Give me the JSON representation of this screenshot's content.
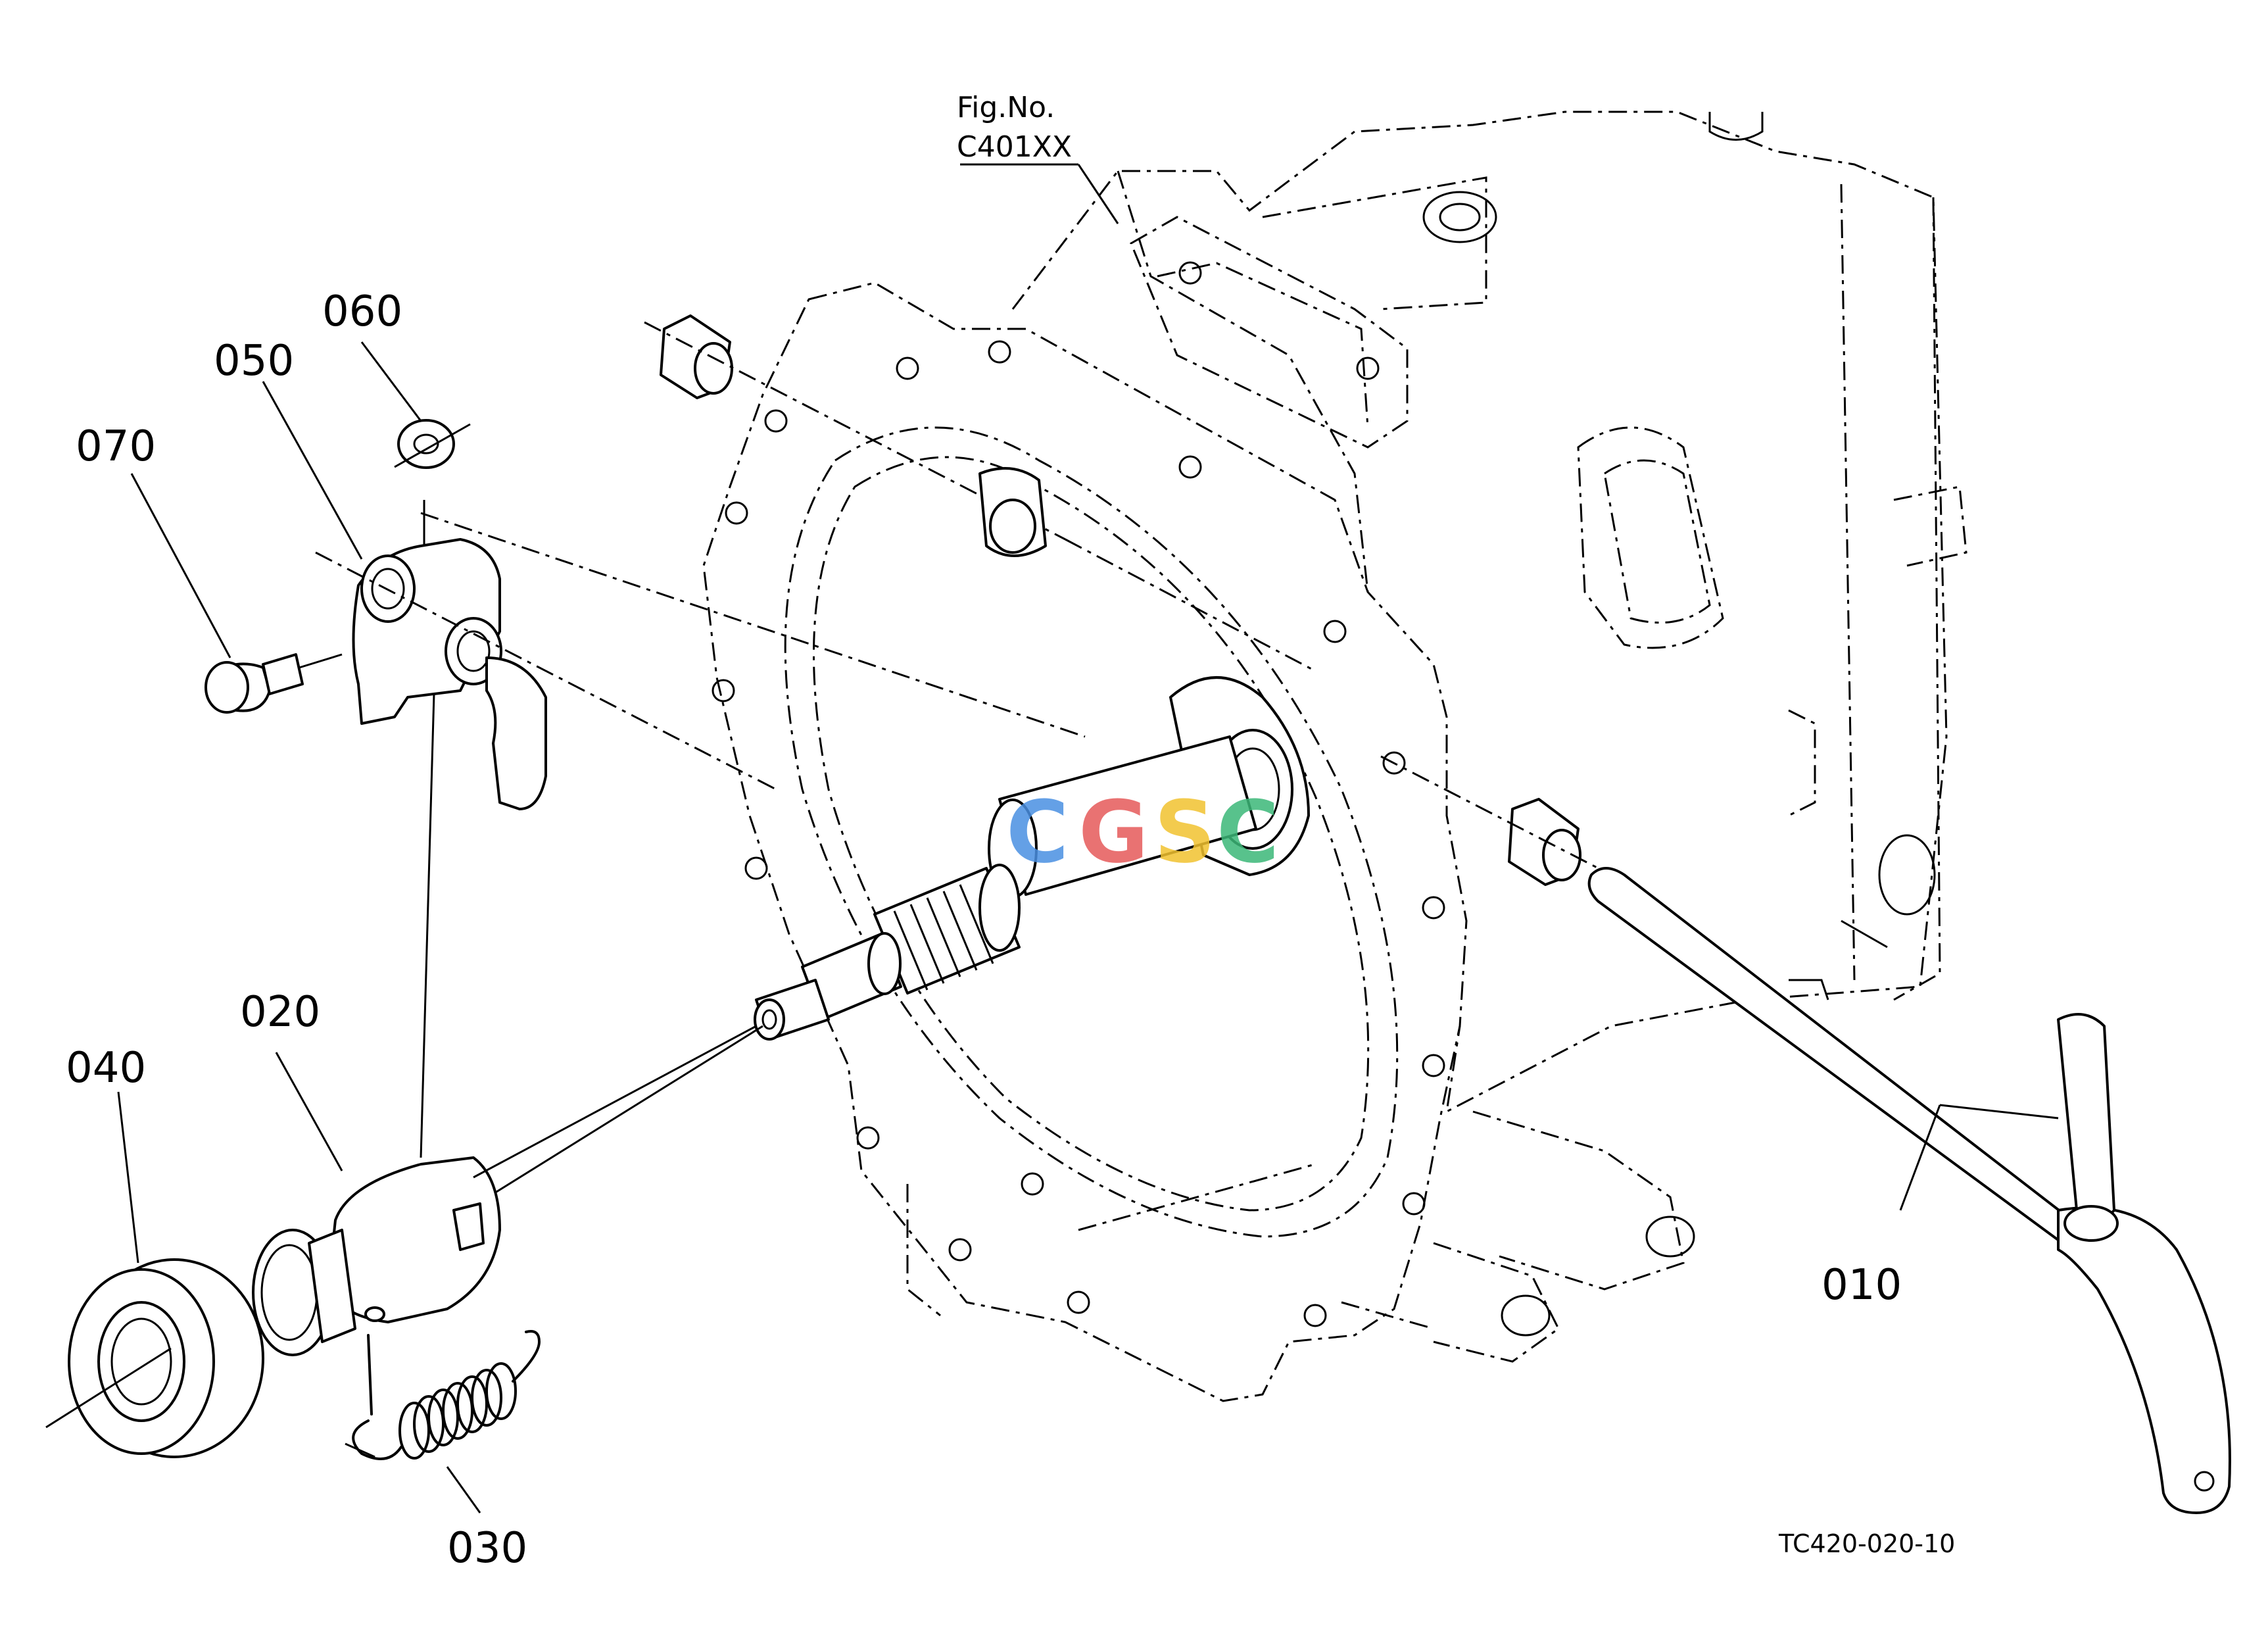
{
  "figure": {
    "fig_label_line1": "Fig.No.",
    "fig_label_line2": "C401XX",
    "drawing_number": "TC420-020-10"
  },
  "watermark": {
    "letters": [
      "C",
      "G",
      "S",
      "C"
    ],
    "colors": [
      "#4a90e2",
      "#e65a5a",
      "#f2c230",
      "#3cb878"
    ]
  },
  "callouts": [
    {
      "id": "010",
      "label": "010"
    },
    {
      "id": "020",
      "label": "020"
    },
    {
      "id": "030",
      "label": "030"
    },
    {
      "id": "040",
      "label": "040"
    },
    {
      "id": "050",
      "label": "050"
    },
    {
      "id": "060",
      "label": "060"
    },
    {
      "id": "070",
      "label": "070"
    }
  ]
}
